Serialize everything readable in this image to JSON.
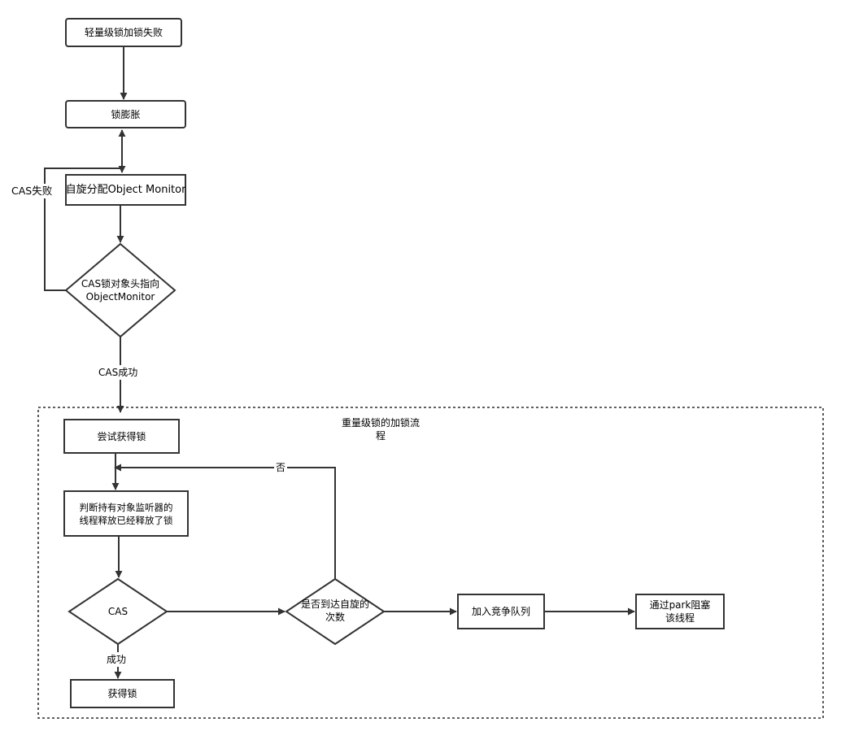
{
  "nodes": {
    "n1": "轻量级锁加锁失败",
    "n2": "锁膨胀",
    "n3": "自旋分配Object Monitor",
    "n4": [
      "CAS锁对象头指向",
      "ObjectMonitor"
    ],
    "n5": "尝试获得锁",
    "n6": [
      "判断持有对象监听器的",
      "线程释放已经释放了锁"
    ],
    "n7": "CAS",
    "n8": [
      "是否到达自旋的",
      "次数"
    ],
    "n9": "加入竞争队列",
    "n10": [
      "通过park阻塞",
      "该线程"
    ],
    "n11": "获得锁"
  },
  "edges": {
    "cas_fail": "CAS失败",
    "cas_success": "CAS成功",
    "no": "否",
    "success": "成功"
  },
  "group": {
    "label": [
      "重量级锁的加锁流",
      "程"
    ]
  },
  "colors": {
    "stroke": "#333333",
    "fill": "#ffffff",
    "group_border": "#000000"
  }
}
